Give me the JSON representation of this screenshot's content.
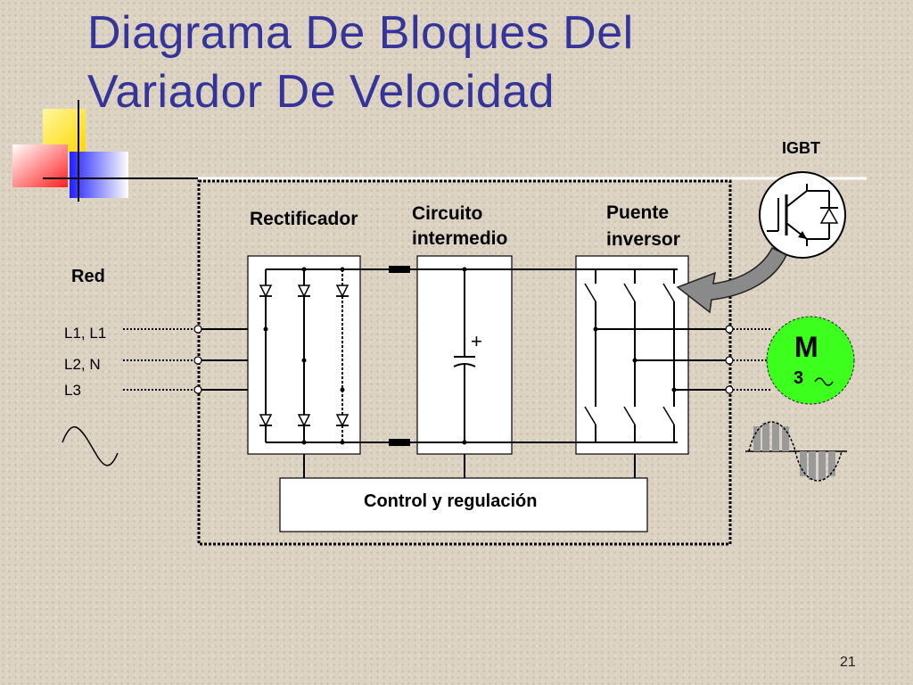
{
  "title_line1": "Diagrama De Bloques Del",
  "title_line2": "Variador De Velocidad",
  "labels": {
    "igbt": "IGBT",
    "rectificador": "Rectificador",
    "circuito_line1": "Circuito",
    "circuito_line2": "intermedio",
    "puente_line1": "Puente",
    "puente_line2": "inversor",
    "red": "Red",
    "l1": "L1, L1",
    "l2": "L2, N",
    "l3": "L3",
    "control": "Control y regulación",
    "motor_m": "M",
    "motor_3": "3",
    "page_number": "21"
  },
  "colors": {
    "title": "#34349a",
    "motor": "#3cff1e",
    "arrow": "#8a8a8a"
  }
}
